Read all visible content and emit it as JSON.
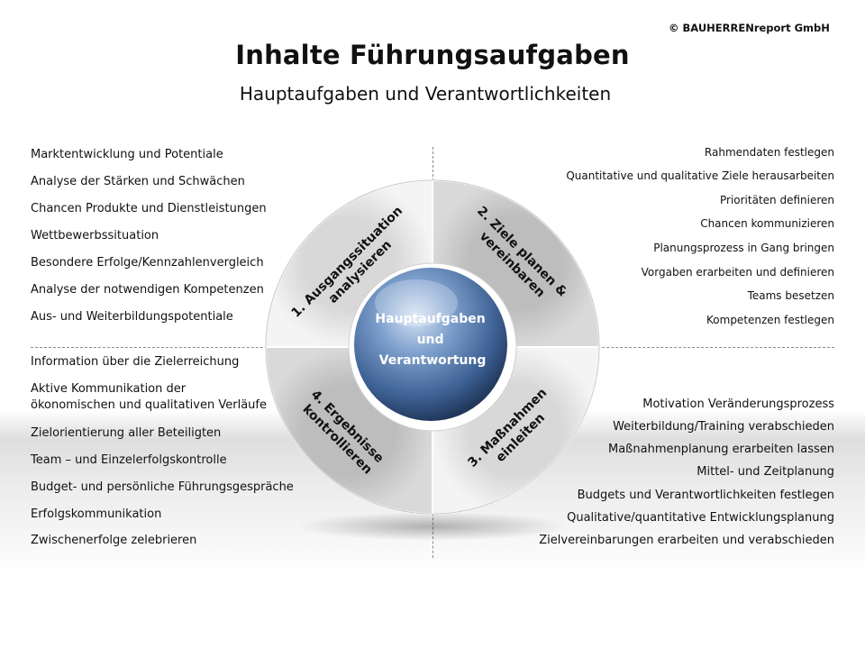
{
  "copyright": "© BAUHERRENreport GmbH",
  "title": "Inhalte Führungsaufgaben",
  "subtitle": "Hauptaufgaben und Verantwortlichkeiten",
  "center": {
    "line1": "Hauptaufgaben",
    "line2": "und",
    "line3": "Verantwortung",
    "color": "#4f79b3"
  },
  "segments": [
    {
      "line1": "1. Ausgangssituation",
      "line2": "analysieren"
    },
    {
      "line1": "2. Ziele planen &",
      "line2": "vereinbaren"
    },
    {
      "line1": "3. Maßnahmen",
      "line2": "einleiten"
    },
    {
      "line1": "4. Ergebnisse",
      "line2": "kontrollieren"
    }
  ],
  "lists": {
    "top_left": [
      "Marktentwicklung  und Potentiale",
      "Analyse der Stärken und Schwächen",
      "Chancen Produkte und Dienstleistungen",
      "Wettbewerbssituation",
      "Besondere Erfolge/Kennzahlenvergleich",
      "Analyse der notwendigen Kompetenzen",
      "Aus- und Weiterbildungspotentiale"
    ],
    "top_right": [
      "Rahmendaten festlegen",
      "Quantitative und qualitative Ziele herausarbeiten",
      "Prioritäten definieren",
      "Chancen kommunizieren",
      "Planungsprozess in Gang bringen",
      "Vorgaben erarbeiten und definieren",
      "Teams besetzen",
      "Kompetenzen festlegen"
    ],
    "bottom_left": [
      "Information über die  Zielerreichung",
      "Aktive Kommunikation   der",
      "ökonomischen  und qualitativen Verläufe",
      "Zielorientierung aller Beteiligten",
      "Team – und Einzelerfolgskontrolle",
      "Budget- und persönliche Führungsgespräche",
      "Erfolgskommunikation",
      "Zwischenerfolge zelebrieren"
    ],
    "bottom_right": [
      "Motivation  Veränderungsprozess",
      "Weiterbildung/Training verabschieden",
      "Maßnahmenplanung  erarbeiten lassen",
      "Mittel- und Zeitplanung",
      "Budgets und Verantwortlichkeiten  festlegen",
      "Qualitative/quantitative Entwicklungsplanung",
      "Zielvereinbarungen erarbeiten und verabschieden"
    ]
  }
}
